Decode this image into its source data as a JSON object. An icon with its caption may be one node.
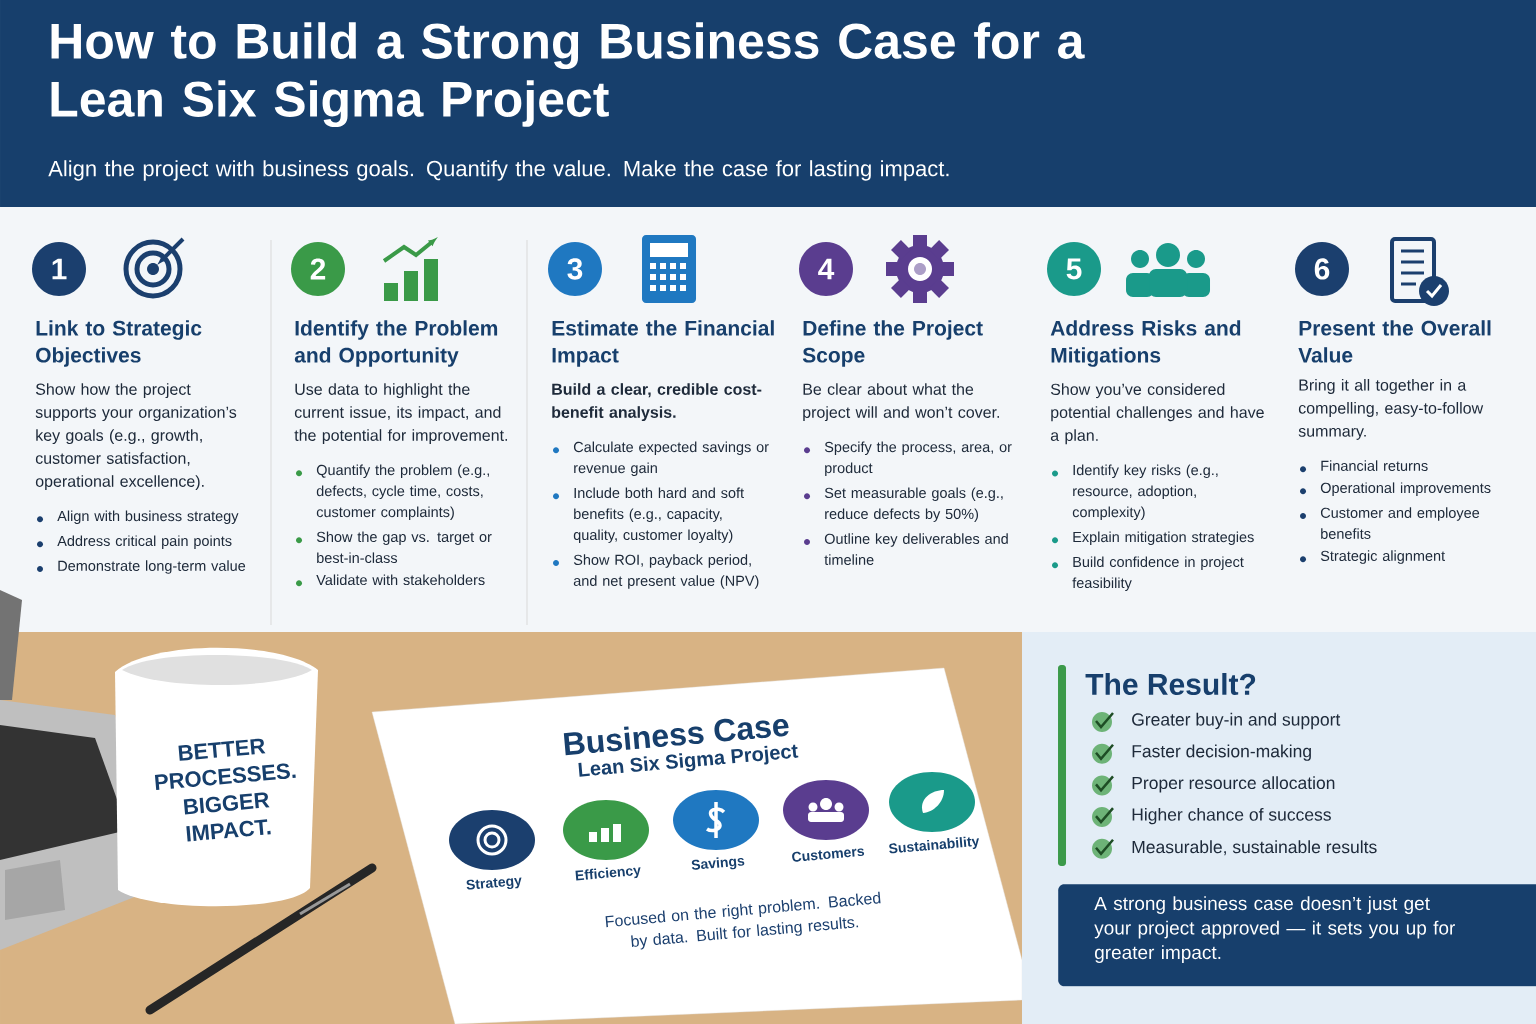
{
  "diagram": {
    "title": "How to Build a Strong Business Case for a Lean Six Sigma Project",
    "nodes": [
      {
        "text": [
          "1",
          "Link to Strategic Objectives",
          "Show how the project supports your organization’s key goals (e.g., growth, customer satisfaction, operational excellence).",
          "Align with business strategy",
          "Address critical pain points",
          "Demonstrate long-term value"
        ]
      },
      {
        "text": [
          "2",
          "Identify the Problem and Opportunity",
          "Use data to highlight the current issue, its impact, and the potential for improvement.",
          "Quantify the problem (e.g., defects, cycle time, costs, customer complaints)",
          "Show the gap vs. target or best-in-class",
          "Validate with stakeholders"
        ]
      },
      {
        "text": [
          "3",
          "Estimate the Financial Impact",
          "Build a clear, credible cost-benefit analysis.",
          "Calculate expected savings or revenue gain",
          "Include both hard and soft benefits (e.g., capacity, quality, customer loyalty)",
          "Show ROI, payback period, and net present value (NPV)"
        ]
      },
      {
        "text": [
          "4",
          "Define the Project Scope",
          "Be clear about what the project will and won’t cover.",
          "Specify the process, area, or product",
          "Set measurable goals (e.g., reduce defects by 50%)",
          "Outline key deliverables and timeline"
        ]
      },
      {
        "text": [
          "5",
          "Address Risks and Mitigations",
          "Show you’ve considered potential challenges and have a plan.",
          "Identify key risks (e.g., resource, adoption, complexity)",
          "Explain mitigation strategies",
          "Build confidence in project feasibility"
        ]
      },
      {
        "text": [
          "6",
          "Present the Overall Value",
          "Bring it all together in a compelling, easy-to-follow summary.",
          "Financial returns",
          "Operational improvements",
          "Customer and employee benefits",
          "Strategic alignment"
        ]
      },
      {
        "text": [
          "The Result?",
          "Greater buy-in and support",
          "Faster decision-making",
          "Proper resource allocation",
          "Higher chance of success",
          "Measurable, sustainable results"
        ]
      },
      {
        "text": [
          "A strong business case doesn’t just get your project approved — it sets you up for greater impact."
        ]
      },
      {
        "text": [
          "Business Case",
          "Lean Six Sigma Project",
          "Strategy",
          "Efficiency",
          "Savings",
          "Customers",
          "Sustainability",
          "Focused on the right problem. Backed by data. Built for lasting results."
        ]
      }
    ],
    "labels": [
      "Align the project with business goals. Quantify the value. Make the case for lasting impact.",
      "BETTER PROCESSES. BIGGER IMPACT."
    ]
  }
}
